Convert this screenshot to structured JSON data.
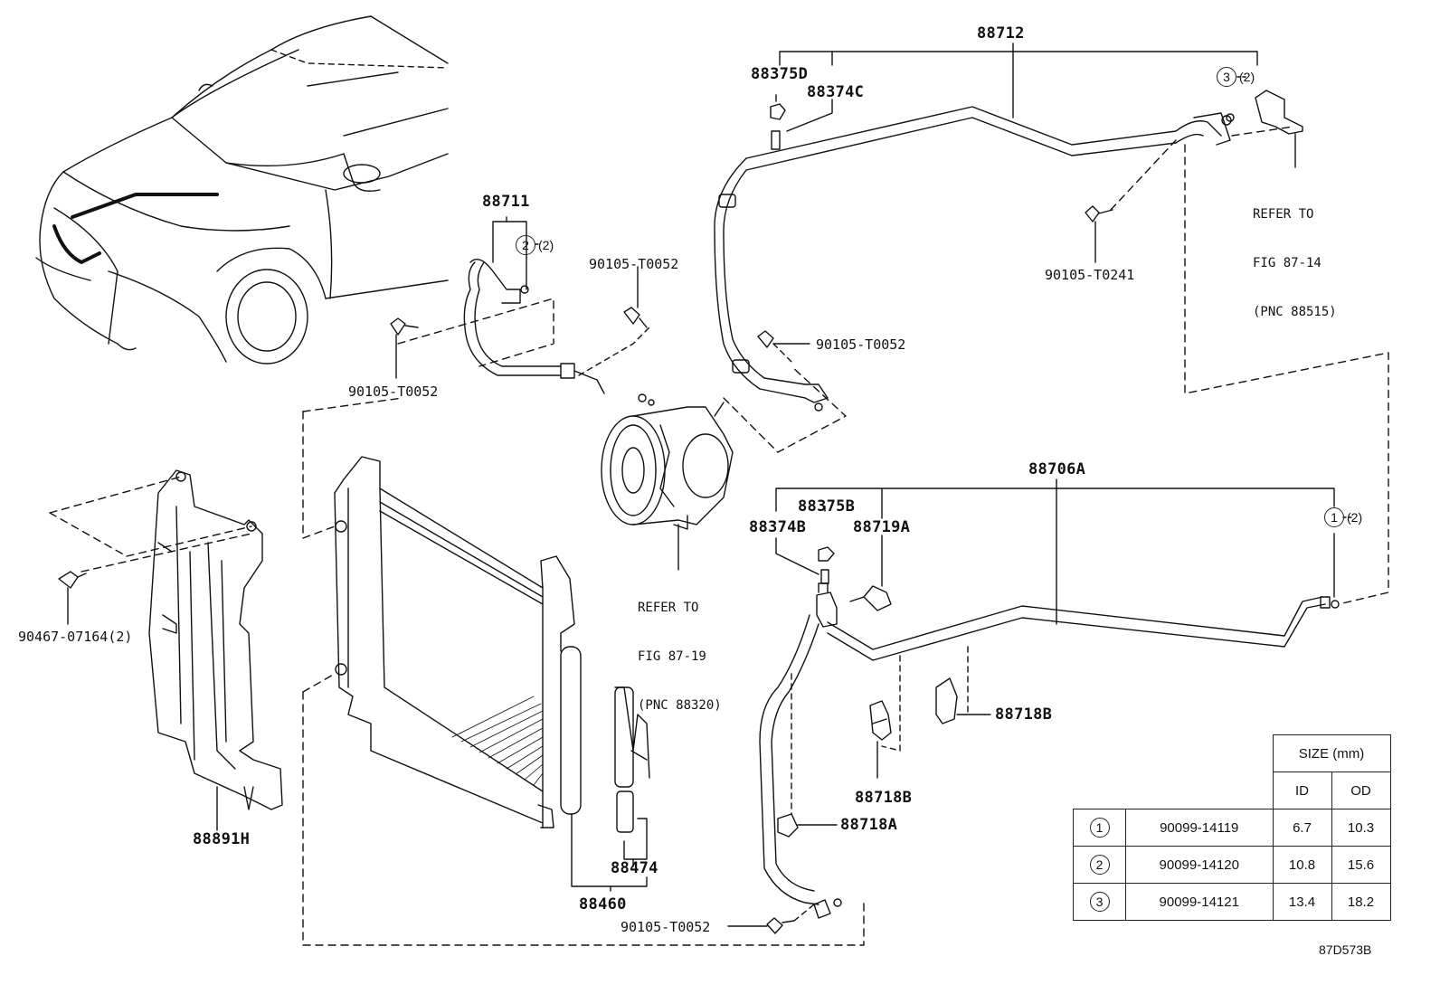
{
  "labels": {
    "p88712": "88712",
    "p88375D": "88375D",
    "p88374C": "88374C",
    "p88711": "88711",
    "p90105_T0052_a": "90105-T0052",
    "p90105_T0052_b": "90105-T0052",
    "p90105_T0052_c": "90105-T0052",
    "p90105_T0052_d": "90105-T0052",
    "p90105_T0241": "90105-T0241",
    "p88706A": "88706A",
    "p88375B": "88375B",
    "p88374B": "88374B",
    "p88719A": "88719A",
    "p88718B_a": "88718B",
    "p88718B_b": "88718B",
    "p88718A": "88718A",
    "p90467": "90467-07164(2)",
    "p88891H": "88891H",
    "p88474": "88474",
    "p88460": "88460",
    "ref_compressor_1": "REFER TO",
    "ref_compressor_2": "FIG 87-19",
    "ref_compressor_3": "(PNC 88320)",
    "ref_valve_1": "REFER TO",
    "ref_valve_2": "FIG 87-14",
    "ref_valve_3": "(PNC 88515)",
    "figure_code": "87D573B"
  },
  "callouts": {
    "c2_top": {
      "num": "2",
      "qty": "(2)"
    },
    "c3_top": {
      "num": "3",
      "qty": "(2)"
    },
    "c1_right": {
      "num": "1",
      "qty": "(2)"
    }
  },
  "size_table": {
    "header": "SIZE (mm)",
    "col_id": "ID",
    "col_od": "OD",
    "rows": [
      {
        "num": "1",
        "part": "90099-14119",
        "id": "6.7",
        "od": "10.3"
      },
      {
        "num": "2",
        "part": "90099-14120",
        "id": "10.8",
        "od": "15.6"
      },
      {
        "num": "3",
        "part": "90099-14121",
        "id": "13.4",
        "od": "18.2"
      }
    ]
  }
}
